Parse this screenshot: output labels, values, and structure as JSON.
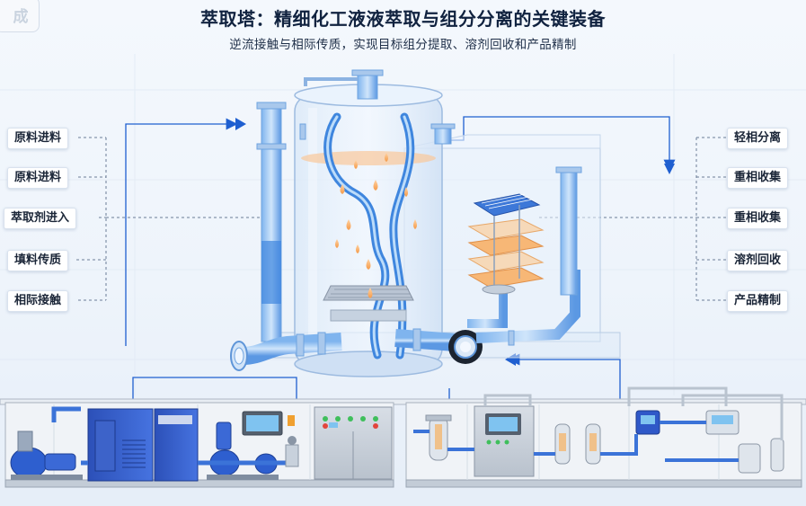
{
  "badge": {
    "text": "成"
  },
  "header": {
    "title": "萃取塔：精细化工液液萃取与组分分离的关键装备",
    "subtitle": "逆流接触与相际传质，实现目标组分提取、溶剂回收和产品精制"
  },
  "left_labels": [
    "原料进料",
    "原料进料",
    "萃取剂进入",
    "填料传质",
    "相际接触"
  ],
  "right_labels": [
    "轻相分离",
    "重相收集",
    "重相收集",
    "溶剂回收",
    "产品精制"
  ],
  "colors": {
    "pipe": "#4a8fe0",
    "pipe_light": "#9cc8f5",
    "arrow": "#1f5fd0",
    "panel": "#c7cfd9",
    "panel_dark": "#9aa5b3",
    "pump_blue": "#2f58c8",
    "droplet": "#f7a455",
    "label_bg": "#ffffff"
  },
  "icons": [
    "pump-icon",
    "compressor-cabinet-icon",
    "control-panel-icon",
    "filter-vessel-icon",
    "valve-icon",
    "flow-meter-icon"
  ]
}
